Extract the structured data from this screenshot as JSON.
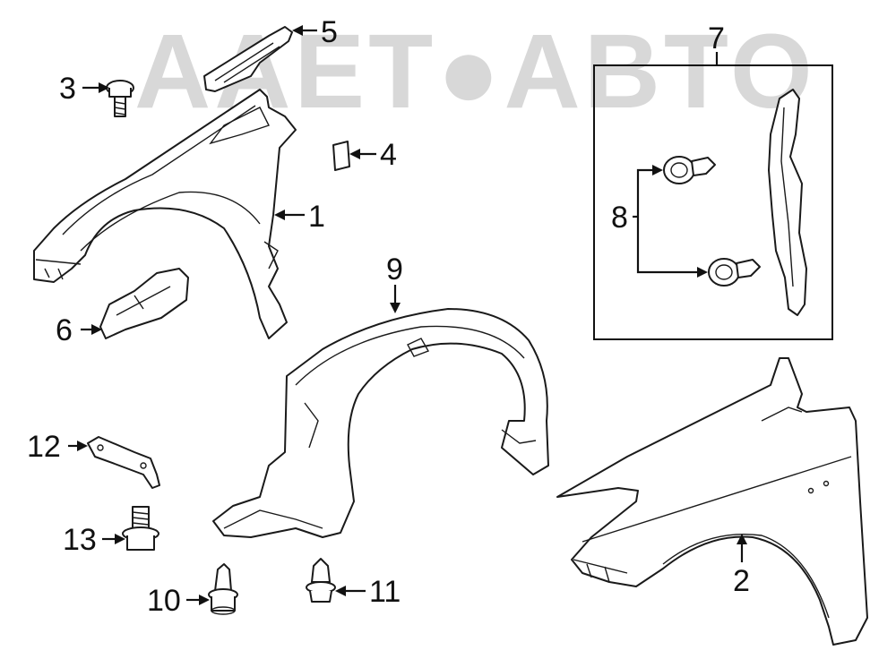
{
  "watermark": {
    "text": "AAET●ABTO"
  },
  "callouts": {
    "c1": "1",
    "c2": "2",
    "c3": "3",
    "c4": "4",
    "c5": "5",
    "c6": "6",
    "c7": "7",
    "c8": "8",
    "c9": "9",
    "c10": "10",
    "c11": "11",
    "c12": "12",
    "c13": "13"
  }
}
